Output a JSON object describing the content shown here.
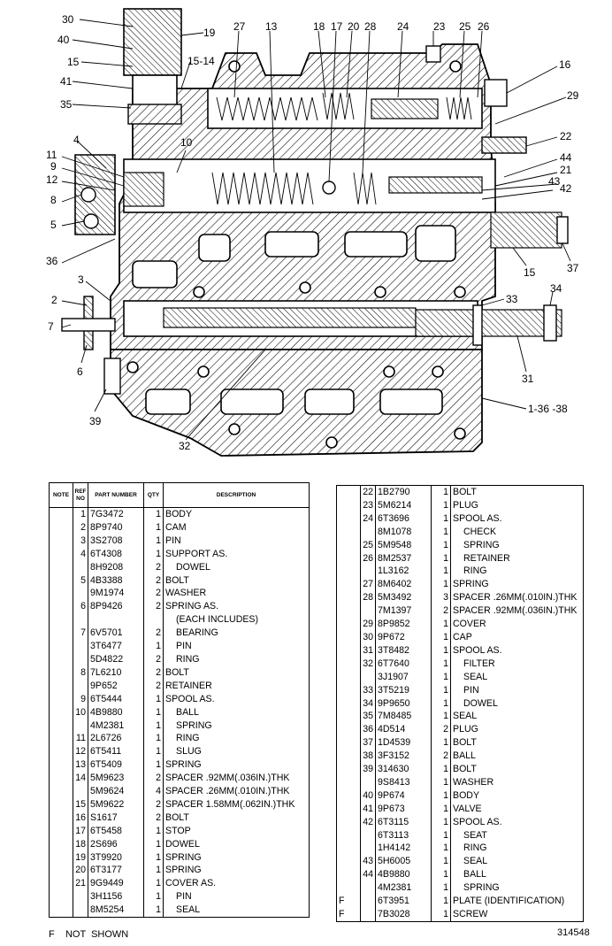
{
  "callouts": {
    "c30": "30",
    "c40": "40",
    "c15a": "15",
    "c41": "41",
    "c35": "35",
    "c19": "19",
    "c1514": "15-14",
    "c27": "27",
    "c13": "13",
    "c18": "18",
    "c17": "17",
    "c20": "20",
    "c28": "28",
    "c24": "24",
    "c23": "23",
    "c25": "25",
    "c26": "26",
    "c16": "16",
    "c29": "29",
    "c4": "4",
    "c11": "11",
    "c9": "9",
    "c12": "12",
    "c8": "8",
    "c10": "10",
    "c22": "22",
    "c44": "44",
    "c21": "21",
    "c43": "43",
    "c42": "42",
    "c5": "5",
    "c36": "36",
    "c15b": "15",
    "c37": "37",
    "c3": "3",
    "c2": "2",
    "c7": "7",
    "c6": "6",
    "c33": "33",
    "c34": "34",
    "c31": "31",
    "c39": "39",
    "c32": "32",
    "c13638": "1-36 -38"
  },
  "table_headers": {
    "note": "NOTE",
    "ref": "REF NO",
    "part": "PART NUMBER",
    "qty": "QTY",
    "desc": "DESCRIPTION"
  },
  "left_rows": [
    {
      "note": "",
      "ref": "1",
      "part": "7G3472",
      "qty": "1",
      "desc": "BODY"
    },
    {
      "note": "",
      "ref": "2",
      "part": "8P9740",
      "qty": "1",
      "desc": "CAM"
    },
    {
      "note": "",
      "ref": "3",
      "part": "3S2708",
      "qty": "1",
      "desc": "PIN"
    },
    {
      "note": "",
      "ref": "4",
      "part": "6T4308",
      "qty": "1",
      "desc": "SUPPORT  AS."
    },
    {
      "note": "",
      "ref": "",
      "part": "8H9208",
      "qty": "2",
      "desc": "DOWEL"
    },
    {
      "note": "",
      "ref": "5",
      "part": "4B3388",
      "qty": "2",
      "desc": "BOLT"
    },
    {
      "note": "",
      "ref": "",
      "part": "9M1974",
      "qty": "2",
      "desc": "WASHER"
    },
    {
      "note": "",
      "ref": "6",
      "part": "8P9426",
      "qty": "2",
      "desc": "SPRING  AS."
    },
    {
      "note": "",
      "ref": "",
      "part": "",
      "qty": "",
      "desc": "(EACH INCLUDES)"
    },
    {
      "note": "",
      "ref": "7",
      "part": "6V5701",
      "qty": "2",
      "desc": "BEARING"
    },
    {
      "note": "",
      "ref": "",
      "part": "3T6477",
      "qty": "1",
      "desc": "PIN"
    },
    {
      "note": "",
      "ref": "",
      "part": "5D4822",
      "qty": "2",
      "desc": "RING"
    },
    {
      "note": "",
      "ref": "8",
      "part": "7L6210",
      "qty": "2",
      "desc": "BOLT"
    },
    {
      "note": "",
      "ref": "",
      "part": "9P652",
      "qty": "2",
      "desc": "RETAINER"
    },
    {
      "note": "",
      "ref": "9",
      "part": "6T5444",
      "qty": "1",
      "desc": "SPOOL  AS."
    },
    {
      "note": "",
      "ref": "10",
      "part": "4B9880",
      "qty": "1",
      "desc": "BALL"
    },
    {
      "note": "",
      "ref": "",
      "part": "4M2381",
      "qty": "1",
      "desc": "SPRING"
    },
    {
      "note": "",
      "ref": "11",
      "part": "2L6726",
      "qty": "1",
      "desc": "RING"
    },
    {
      "note": "",
      "ref": "12",
      "part": "6T5411",
      "qty": "1",
      "desc": "SLUG"
    },
    {
      "note": "",
      "ref": "13",
      "part": "6T5409",
      "qty": "1",
      "desc": "SPRING"
    },
    {
      "note": "",
      "ref": "14",
      "part": "5M9623",
      "qty": "2",
      "desc": "SPACER  .92MM(.036IN.)THK"
    },
    {
      "note": "",
      "ref": "",
      "part": "5M9624",
      "qty": "4",
      "desc": "SPACER  .26MM(.010IN.)THK"
    },
    {
      "note": "",
      "ref": "15",
      "part": "5M9622",
      "qty": "2",
      "desc": "SPACER  1.58MM(.062IN.)THK"
    },
    {
      "note": "",
      "ref": "16",
      "part": "S1617",
      "qty": "2",
      "desc": "BOLT"
    },
    {
      "note": "",
      "ref": "17",
      "part": "6T5458",
      "qty": "1",
      "desc": "STOP"
    },
    {
      "note": "",
      "ref": "18",
      "part": "2S696",
      "qty": "1",
      "desc": "DOWEL"
    },
    {
      "note": "",
      "ref": "19",
      "part": "3T9920",
      "qty": "1",
      "desc": "SPRING"
    },
    {
      "note": "",
      "ref": "20",
      "part": "6T3177",
      "qty": "1",
      "desc": "SPRING"
    },
    {
      "note": "",
      "ref": "21",
      "part": "9G9449",
      "qty": "1",
      "desc": "COVER  AS."
    },
    {
      "note": "",
      "ref": "",
      "part": "3H1156",
      "qty": "1",
      "desc": "PIN"
    },
    {
      "note": "",
      "ref": "",
      "part": "8M5254",
      "qty": "1",
      "desc": "SEAL"
    }
  ],
  "right_rows": [
    {
      "note": "",
      "ref": "22",
      "part": "1B2790",
      "qty": "1",
      "desc": "BOLT"
    },
    {
      "note": "",
      "ref": "23",
      "part": "5M6214",
      "qty": "1",
      "desc": "PLUG"
    },
    {
      "note": "",
      "ref": "24",
      "part": "6T3696",
      "qty": "1",
      "desc": "SPOOL  AS."
    },
    {
      "note": "",
      "ref": "",
      "part": "8M1078",
      "qty": "1",
      "desc": "CHECK"
    },
    {
      "note": "",
      "ref": "25",
      "part": "5M9548",
      "qty": "1",
      "desc": "SPRING"
    },
    {
      "note": "",
      "ref": "26",
      "part": "8M2537",
      "qty": "1",
      "desc": "RETAINER"
    },
    {
      "note": "",
      "ref": "",
      "part": "1L3162",
      "qty": "1",
      "desc": "RING"
    },
    {
      "note": "",
      "ref": "27",
      "part": "8M6402",
      "qty": "1",
      "desc": "SPRING"
    },
    {
      "note": "",
      "ref": "28",
      "part": "5M3492",
      "qty": "3",
      "desc": "SPACER  .26MM(.010IN.)THK"
    },
    {
      "note": "",
      "ref": "",
      "part": "7M1397",
      "qty": "2",
      "desc": "SPACER  .92MM(.036IN.)THK"
    },
    {
      "note": "",
      "ref": "29",
      "part": "8P9852",
      "qty": "1",
      "desc": "COVER"
    },
    {
      "note": "",
      "ref": "30",
      "part": "9P672",
      "qty": "1",
      "desc": "CAP"
    },
    {
      "note": "",
      "ref": "31",
      "part": "3T8482",
      "qty": "1",
      "desc": "SPOOL  AS."
    },
    {
      "note": "",
      "ref": "32",
      "part": "6T7640",
      "qty": "1",
      "desc": "FILTER"
    },
    {
      "note": "",
      "ref": "",
      "part": "3J1907",
      "qty": "1",
      "desc": "SEAL"
    },
    {
      "note": "",
      "ref": "33",
      "part": "3T5219",
      "qty": "1",
      "desc": "PIN"
    },
    {
      "note": "",
      "ref": "34",
      "part": "9P9650",
      "qty": "1",
      "desc": "DOWEL"
    },
    {
      "note": "",
      "ref": "35",
      "part": "7M8485",
      "qty": "1",
      "desc": "SEAL"
    },
    {
      "note": "",
      "ref": "36",
      "part": "4D514",
      "qty": "2",
      "desc": "PLUG"
    },
    {
      "note": "",
      "ref": "37",
      "part": "1D4539",
      "qty": "1",
      "desc": "BOLT"
    },
    {
      "note": "",
      "ref": "38",
      "part": "3F3152",
      "qty": "2",
      "desc": "BALL"
    },
    {
      "note": "",
      "ref": "39",
      "part": "314630",
      "qty": "1",
      "desc": "BOLT"
    },
    {
      "note": "",
      "ref": "",
      "part": "9S8413",
      "qty": "1",
      "desc": "WASHER"
    },
    {
      "note": "",
      "ref": "40",
      "part": "9P674",
      "qty": "1",
      "desc": "BODY"
    },
    {
      "note": "",
      "ref": "41",
      "part": "9P673",
      "qty": "1",
      "desc": "VALVE"
    },
    {
      "note": "",
      "ref": "42",
      "part": "6T3115",
      "qty": "1",
      "desc": "SPOOL  AS."
    },
    {
      "note": "",
      "ref": "",
      "part": "6T3113",
      "qty": "1",
      "desc": "SEAT"
    },
    {
      "note": "",
      "ref": "",
      "part": "1H4142",
      "qty": "1",
      "desc": "RING"
    },
    {
      "note": "",
      "ref": "43",
      "part": "5H6005",
      "qty": "1",
      "desc": "SEAL"
    },
    {
      "note": "",
      "ref": "44",
      "part": "4B9880",
      "qty": "1",
      "desc": "BALL"
    },
    {
      "note": "",
      "ref": "",
      "part": "4M2381",
      "qty": "1",
      "desc": "SPRING"
    },
    {
      "note": "F",
      "ref": "",
      "part": "6T3951",
      "qty": "1",
      "desc": "PLATE  (IDENTIFICATION)"
    },
    {
      "note": "F",
      "ref": "",
      "part": "7B3028",
      "qty": "1",
      "desc": "SCREW"
    }
  ],
  "footnote": "F    NOT  SHOWN",
  "drawing_number": "314548"
}
